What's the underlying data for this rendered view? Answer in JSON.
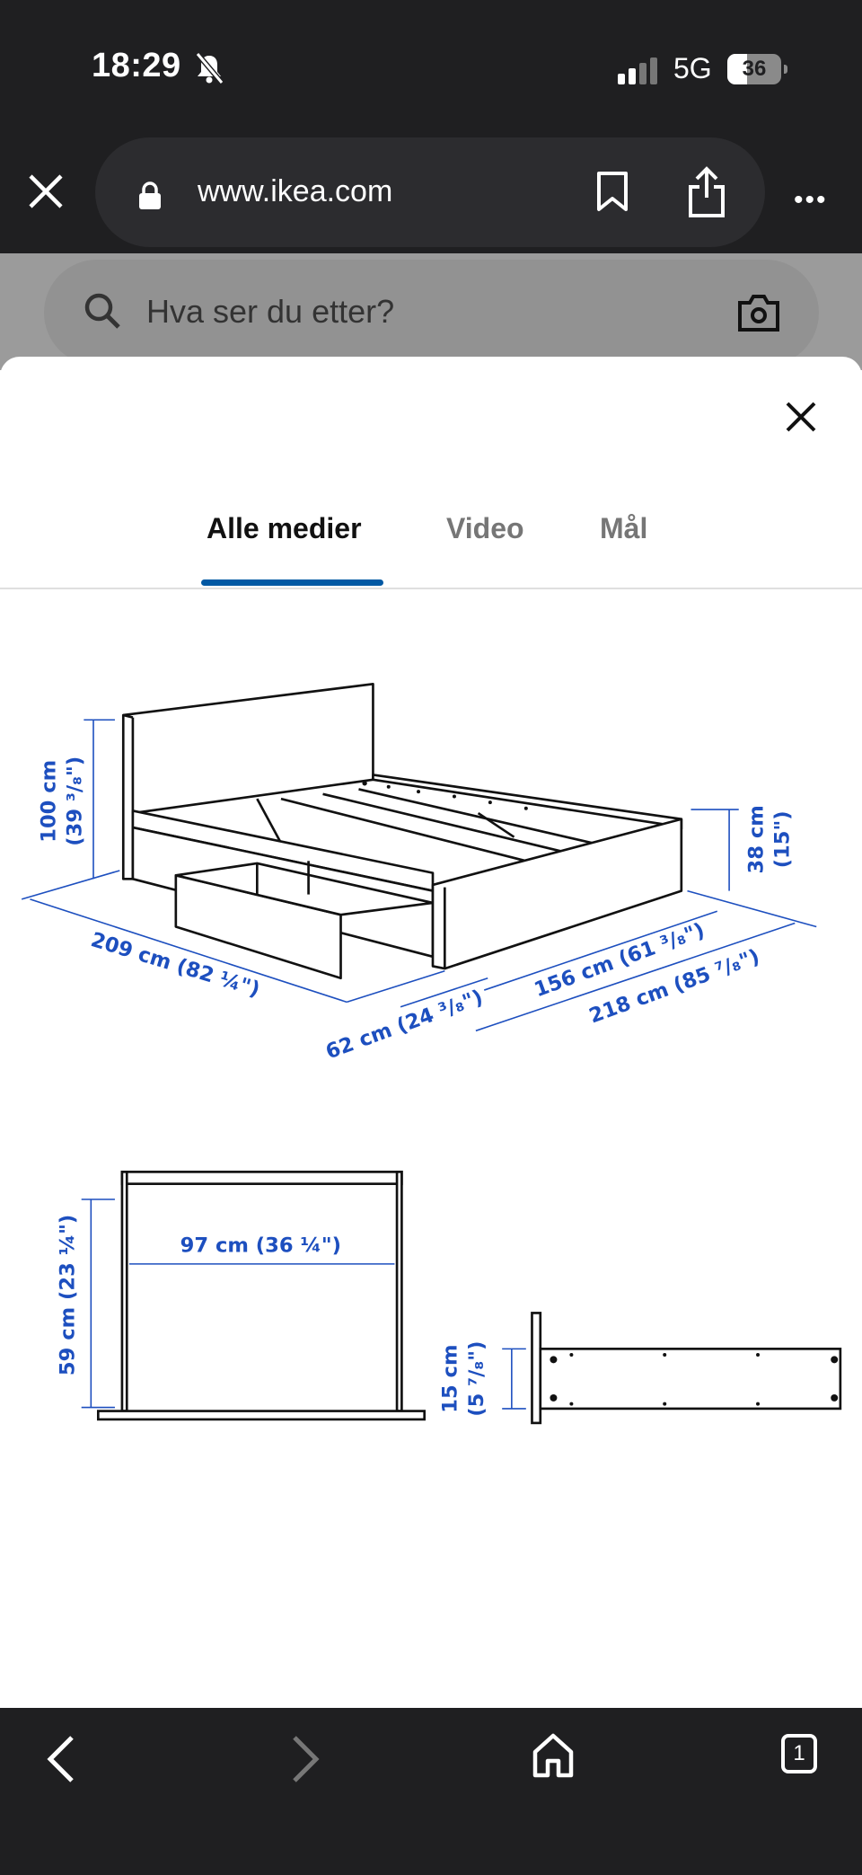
{
  "status_bar": {
    "time": "18:29",
    "network": "5G",
    "battery": "36",
    "battery_percent": 36,
    "icons": [
      "bell-slash-icon",
      "signal-icon",
      "battery-icon"
    ]
  },
  "browser": {
    "url": "www.ikea.com",
    "icons": [
      "close-icon",
      "lock-icon",
      "bookmark-icon",
      "share-icon",
      "more-icon"
    ]
  },
  "search": {
    "placeholder": "Hva ser du etter?",
    "icons": [
      "search-icon",
      "camera-icon"
    ]
  },
  "modal": {
    "tabs": [
      {
        "label": "Alle medier",
        "active": true
      },
      {
        "label": "Video",
        "active": false
      },
      {
        "label": "Mål",
        "active": false
      }
    ],
    "accent_color": "#0058a3"
  },
  "drawing": {
    "dimension_color": "#1d4fbf",
    "bed": {
      "height": "100 cm",
      "height_in": "(39 ³/₈\")",
      "length": "209 cm (82 ¼\")",
      "drawer_depth": "62 cm (24 ³/₈\")",
      "width": "156 cm (61 ³/₈\")",
      "total_width": "218 cm (85 ⁷/₈\")",
      "side_height": "38 cm",
      "side_height_in": "(15\")"
    },
    "drawer": {
      "width": "97 cm (36 ¼\")",
      "depth": "59 cm (23 ¼\")",
      "height": "15 cm",
      "height_in": "(5 ⁷/₈\")"
    }
  },
  "bottom_toolbar": {
    "tab_count": "1",
    "icons": [
      "back-icon",
      "forward-icon",
      "home-icon",
      "tabs-icon"
    ]
  }
}
